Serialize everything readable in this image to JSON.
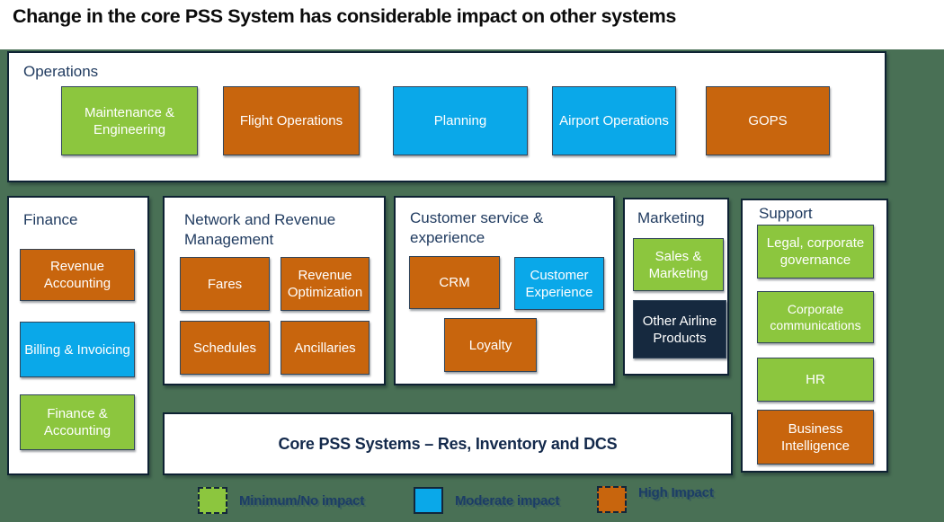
{
  "title": "Change in the core PSS System has considerable impact on other systems",
  "colors": {
    "background": "#497055",
    "minimum": "#8CC63E",
    "moderate": "#0AA8E9",
    "high": "#C8650D",
    "core_dark": "#16293F",
    "panel_border": "#0E2233",
    "section_label_text": "#1F3A5F",
    "core_label_text": "#13294B"
  },
  "sections": {
    "operations": {
      "label": "Operations",
      "items": [
        {
          "label": "Maintenance & Engineering",
          "impact": "minimum"
        },
        {
          "label": "Flight Operations",
          "impact": "high"
        },
        {
          "label": "Planning",
          "impact": "moderate"
        },
        {
          "label": "Airport Operations",
          "impact": "moderate"
        },
        {
          "label": "GOPS",
          "impact": "high"
        }
      ]
    },
    "finance": {
      "label": "Finance",
      "items": [
        {
          "label": "Revenue Accounting",
          "impact": "high"
        },
        {
          "label": "Billing & Invoicing",
          "impact": "moderate"
        },
        {
          "label": "Finance & Accounting",
          "impact": "minimum"
        }
      ]
    },
    "network": {
      "label": "Network and Revenue Management",
      "items": [
        {
          "label": "Fares",
          "impact": "high"
        },
        {
          "label": "Revenue Optimization",
          "impact": "high"
        },
        {
          "label": "Schedules",
          "impact": "high"
        },
        {
          "label": "Ancillaries",
          "impact": "high"
        }
      ]
    },
    "customer": {
      "label": "Customer service & experience",
      "items": [
        {
          "label": "CRM",
          "impact": "high"
        },
        {
          "label": "Customer Experience",
          "impact": "moderate"
        },
        {
          "label": "Loyalty",
          "impact": "high"
        }
      ]
    },
    "marketing": {
      "label": "Marketing",
      "items": [
        {
          "label": "Sales & Marketing",
          "impact": "minimum"
        },
        {
          "label": "Other Airline Products",
          "impact": "core_dark"
        }
      ]
    },
    "support": {
      "label": "Support",
      "items": [
        {
          "label": "Legal, corporate governance",
          "impact": "minimum"
        },
        {
          "label": "Corporate communications",
          "impact": "minimum"
        },
        {
          "label": "HR",
          "impact": "minimum"
        },
        {
          "label": "Business Intelligence",
          "impact": "high"
        }
      ]
    }
  },
  "core_box": {
    "label": "Core PSS Systems – Res, Inventory and DCS"
  },
  "legend": [
    {
      "label": "Minimum/No impact",
      "impact": "minimum"
    },
    {
      "label": "Moderate impact",
      "impact": "moderate"
    },
    {
      "label": "High Impact",
      "impact": "high"
    }
  ]
}
